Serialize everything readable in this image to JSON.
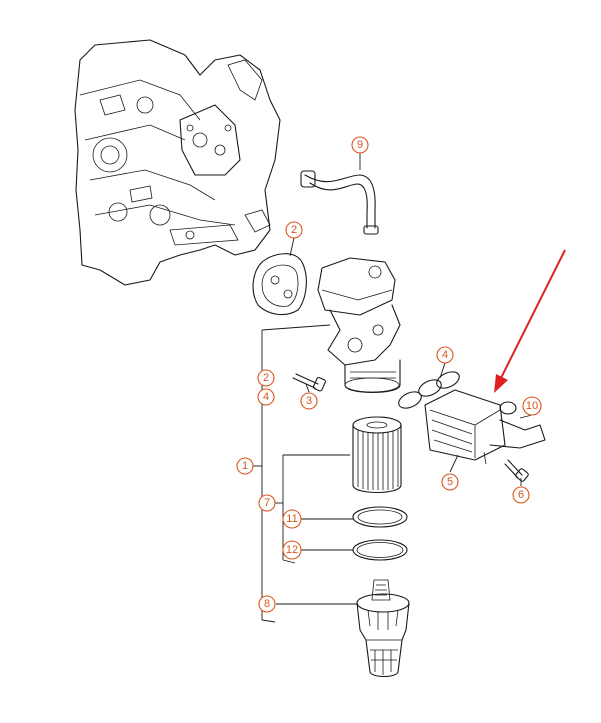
{
  "diagram": {
    "callout_color": "#d9541e",
    "arrow_color": "#e02020",
    "callouts": [
      {
        "id": "c9",
        "label": "9"
      },
      {
        "id": "c2a",
        "label": "2"
      },
      {
        "id": "c2b",
        "label": "2"
      },
      {
        "id": "c4a",
        "label": "4"
      },
      {
        "id": "c3",
        "label": "3"
      },
      {
        "id": "c4b",
        "label": "4"
      },
      {
        "id": "c1",
        "label": "1"
      },
      {
        "id": "c10",
        "label": "10"
      },
      {
        "id": "c5",
        "label": "5"
      },
      {
        "id": "c6",
        "label": "6"
      },
      {
        "id": "c7",
        "label": "7"
      },
      {
        "id": "c11",
        "label": "11"
      },
      {
        "id": "c12",
        "label": "12"
      },
      {
        "id": "c8",
        "label": "8"
      }
    ]
  }
}
